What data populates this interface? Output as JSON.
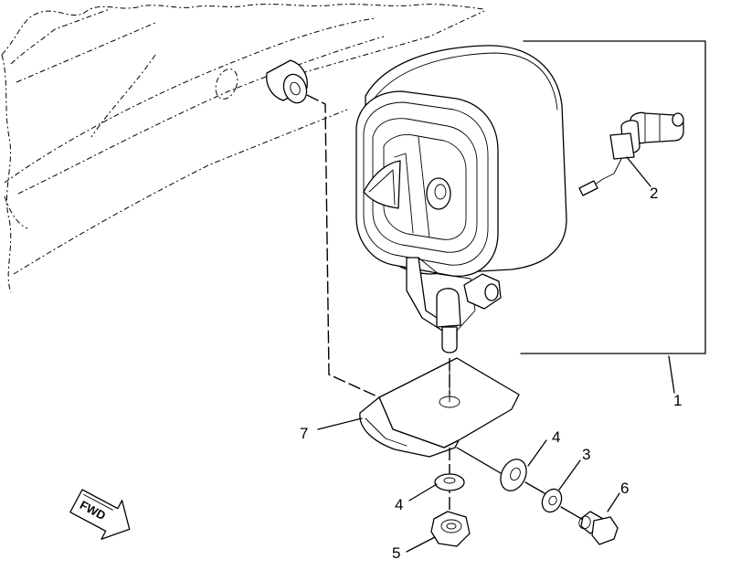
{
  "diagram": {
    "callouts": [
      {
        "id": "c1",
        "text": "1"
      },
      {
        "id": "c2",
        "text": "2"
      },
      {
        "id": "c3",
        "text": "3"
      },
      {
        "id": "c4a",
        "text": "4"
      },
      {
        "id": "c4b",
        "text": "4"
      },
      {
        "id": "c5",
        "text": "5"
      },
      {
        "id": "c6",
        "text": "6"
      },
      {
        "id": "c7",
        "text": "7"
      }
    ],
    "direction_arrow": {
      "label": "FWD"
    }
  }
}
